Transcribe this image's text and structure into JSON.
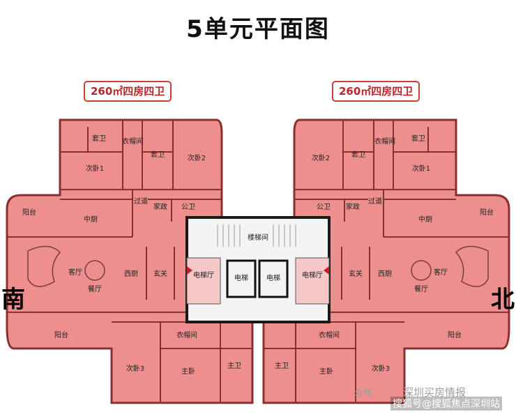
{
  "title": "5单元平面图",
  "unit_left_badge": "260㎡四房四卫",
  "unit_right_badge": "260㎡四房四卫",
  "orientation": {
    "south": "南",
    "north": "北"
  },
  "rooms_left": {
    "suite_bath": "套卫",
    "wardrobe_top": "衣帽间",
    "suite_bath_2": "套卫",
    "bedroom1": "次卧1",
    "bedroom2": "次卧2",
    "corridor": "过道",
    "domestic": "家政",
    "public_bath": "公卫",
    "balcony_top": "阳台",
    "chinese_kitchen": "中厨",
    "living": "客厅",
    "dining": "餐厅",
    "western_kitchen": "西厨",
    "foyer": "玄关",
    "elevator_hall": "电梯厅",
    "balcony_bottom": "阳台",
    "wardrobe_bottom": "衣帽间",
    "bedroom3": "次卧3",
    "master": "主卧",
    "master_bath": "主卫"
  },
  "rooms_right": {
    "bedroom2": "次卧2",
    "suite_bath": "套卫",
    "wardrobe_top": "衣帽间",
    "suite_bath_2": "套卫",
    "bedroom1": "次卧1",
    "public_bath": "公卫",
    "domestic": "家政",
    "corridor": "过道",
    "chinese_kitchen": "中厨",
    "balcony_top": "阳台",
    "foyer": "玄关",
    "western_kitchen": "西厨",
    "dining": "餐厅",
    "living": "客厅",
    "elevator_hall": "电梯厅",
    "balcony_bottom": "阳台",
    "wardrobe_bottom": "衣帽间",
    "master_bath": "主卫",
    "master": "主卧",
    "bedroom3": "次卧3"
  },
  "core": {
    "stair_hall": "楼梯间",
    "elevator_1": "电梯",
    "elevator_2": "电梯"
  },
  "watermarks": {
    "account": "众号",
    "brand": "深圳买房情报",
    "source": "搜狐号@搜狐焦点深圳站"
  },
  "colors": {
    "unit_fill": "#ee8f8f",
    "wall": "#8a2f2f",
    "badge_border": "#d23a3a",
    "core_fill": "#f4f4f4"
  }
}
